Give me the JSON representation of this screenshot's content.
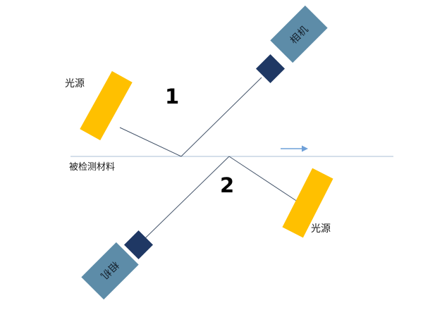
{
  "labels": {
    "setup1_number": "1",
    "setup2_number": "2",
    "material": "被检测材料",
    "light_source_top": "光源",
    "camera_top": "相机",
    "camera_bottom": "相机",
    "light_source_bottom": "光源"
  },
  "colors": {
    "light_source": "#FFC000",
    "camera_body": "#5D8CA8",
    "camera_lens": "#1F3864",
    "diagonal_line": "#44546A",
    "baseline": "#A8BFD4",
    "arrow": "#6FA0D8"
  }
}
